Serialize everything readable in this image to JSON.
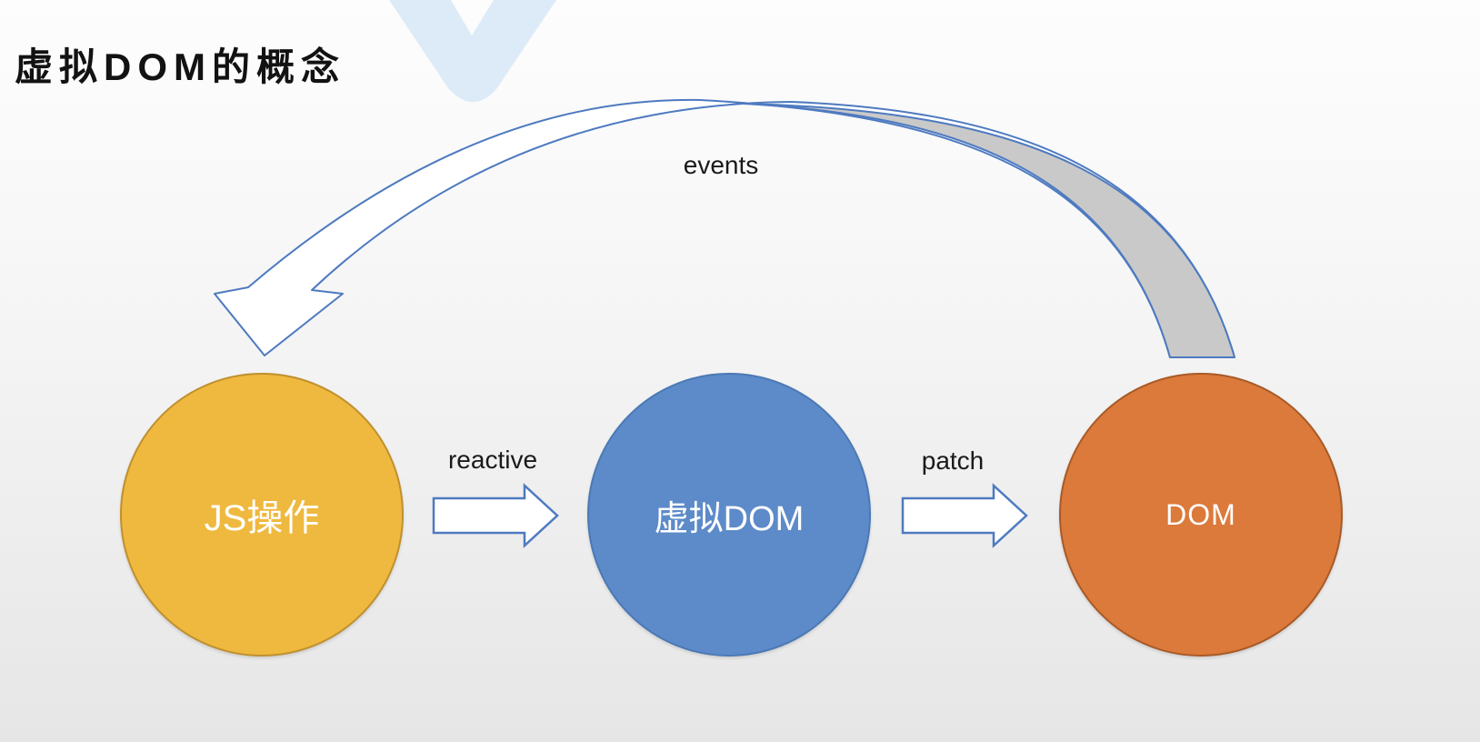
{
  "page": {
    "title": "虚拟DOM的概念",
    "background_top": "#FDFDFD",
    "background_bottom": "#E6E6E6"
  },
  "watermark": {
    "shape": "v-checkmark",
    "color": "#DCEBF7"
  },
  "diagram": {
    "nodes": [
      {
        "id": "js",
        "label": "JS操作",
        "fill": "#EFB93F",
        "border": "#C0902E",
        "text_color": "#FFFFFF"
      },
      {
        "id": "vdom",
        "label": "虚拟DOM",
        "fill": "#5D8BC9",
        "border": "#4B79B5",
        "text_color": "#FFFFFF"
      },
      {
        "id": "dom",
        "label": "DOM",
        "fill": "#DC7A3B",
        "border": "#A85A26",
        "text_color": "#FFFFFF"
      }
    ],
    "edges": [
      {
        "label": "reactive",
        "from": "js",
        "to": "vdom",
        "style": "block-arrow-right"
      },
      {
        "label": "patch",
        "from": "vdom",
        "to": "dom",
        "style": "block-arrow-right"
      },
      {
        "label": "events",
        "from": "dom",
        "to": "js",
        "style": "curved-ribbon-arrow"
      }
    ],
    "colors": {
      "arrow_outline": "#4E7AC0",
      "arrow_fill": "#FFFFFF",
      "events_tail_fill": "#C9C9C9"
    }
  }
}
